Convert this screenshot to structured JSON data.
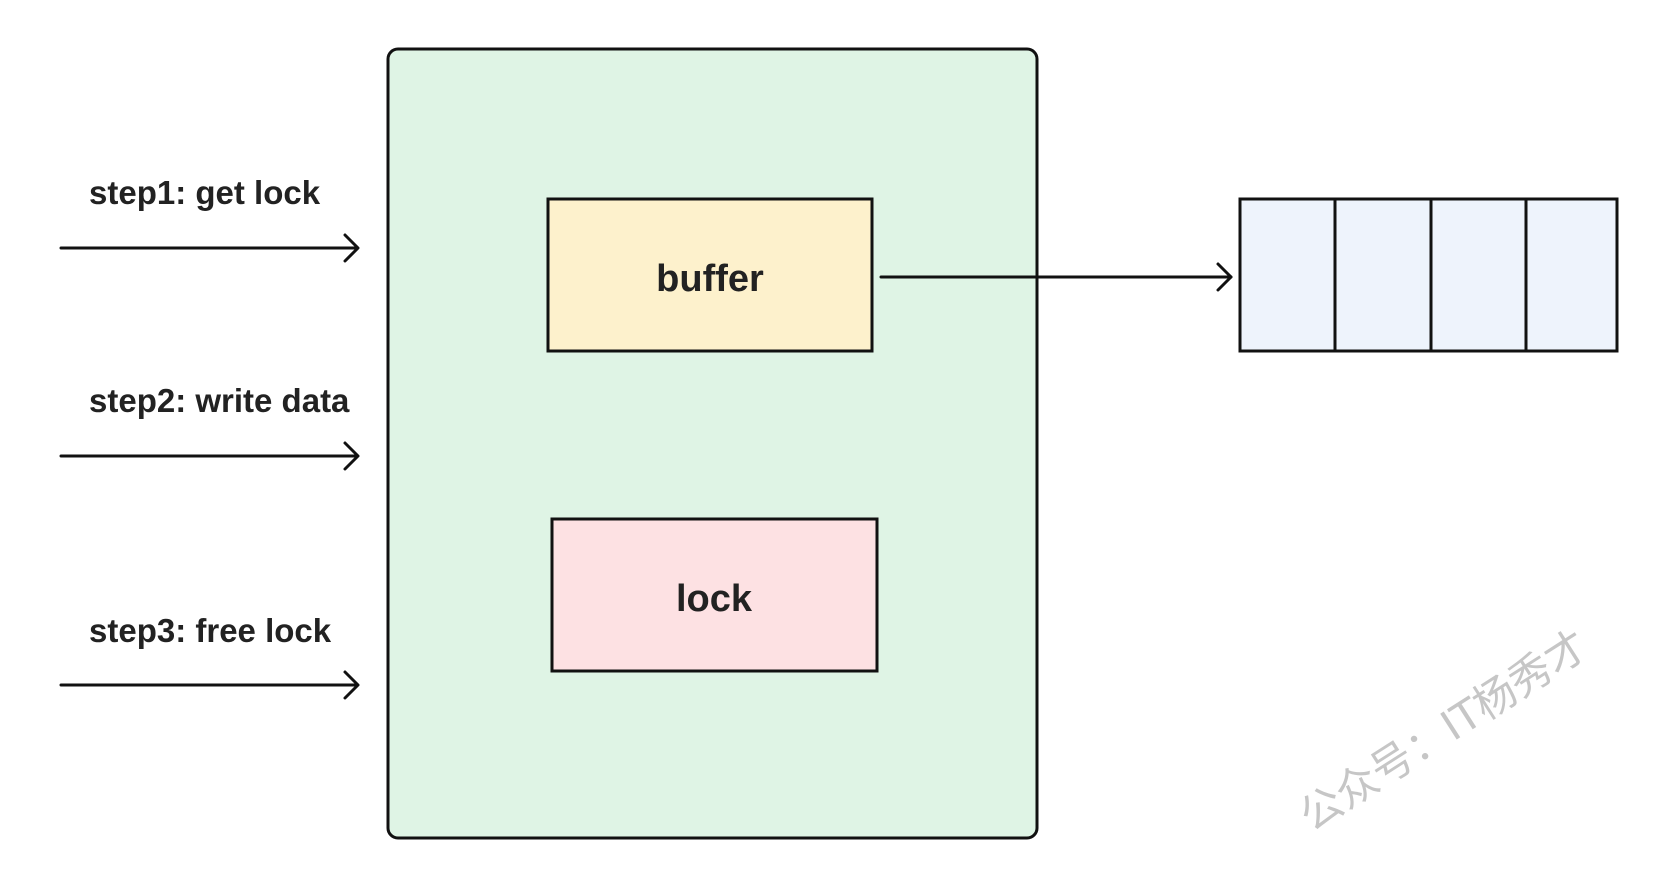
{
  "steps": [
    {
      "label": "step1: get lock"
    },
    {
      "label": "step2: write data"
    },
    {
      "label": "step3: free lock"
    }
  ],
  "component": {
    "buffer_label": "buffer",
    "lock_label": "lock"
  },
  "watermark": "公众号：IT杨秀才",
  "colors": {
    "background": "#ffffff",
    "stroke": "#111111",
    "text": "#222222",
    "component_fill": "#dff4e5",
    "buffer_fill": "#fdf1cc",
    "lock_fill": "#fde1e3",
    "queue_fill": "#eef3fc",
    "watermark": "#c6c6c6"
  }
}
